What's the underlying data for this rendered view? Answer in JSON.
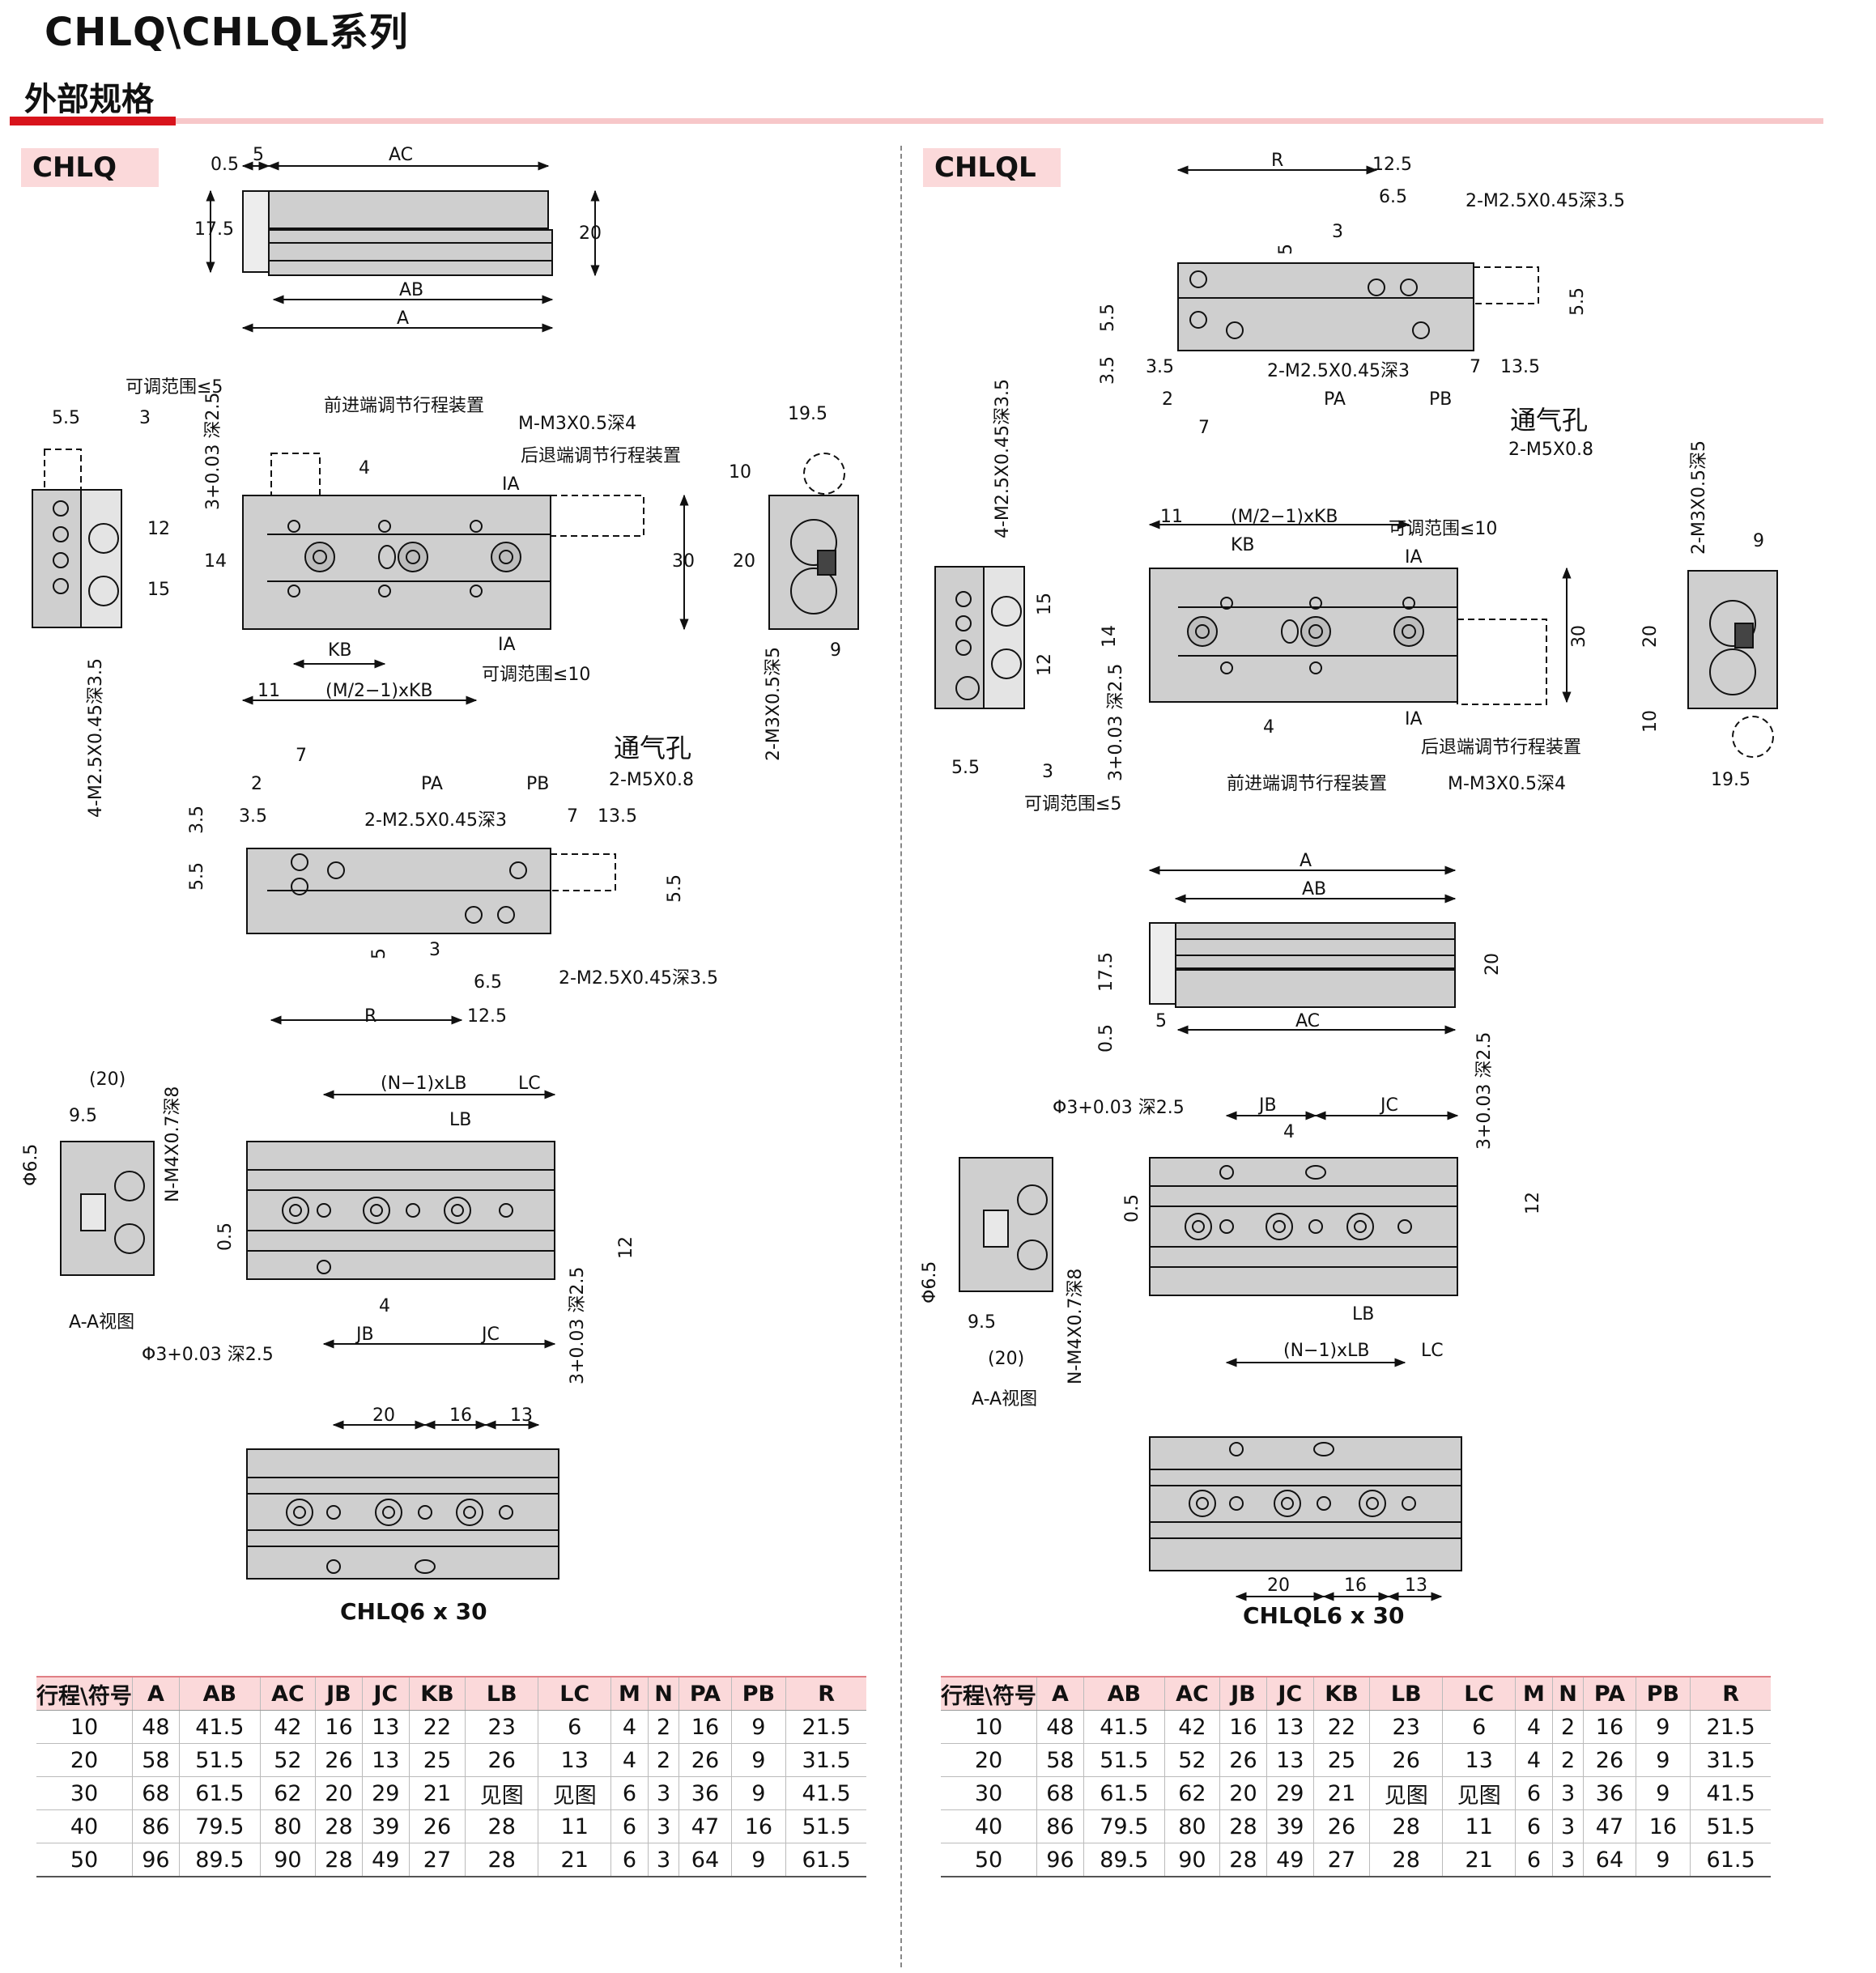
{
  "page": {
    "title": "CHLQ\\CHLQL系列",
    "section": "外部规格",
    "accent_color": "#d8141c",
    "band_color": "#fbd9da"
  },
  "left": {
    "tag": "CHLQ",
    "caption": "CHLQ6 x 30",
    "dims": {
      "d05": "0.5",
      "d5": "5",
      "dAC": "AC",
      "d175": "17.5",
      "d20": "20",
      "dAB": "AB",
      "dA": "A",
      "adj5": "可调范围≤5",
      "d55": "5.5",
      "d3": "3",
      "fwd": "前进端调节行程装置",
      "mm3": "M-M3X0.5深4",
      "bwd": "后退端调节行程装置",
      "d195": "19.5",
      "d10": "10",
      "dIA": "IA",
      "dIA2": "IA",
      "d12": "12",
      "d15": "15",
      "d14": "14",
      "d30": "30",
      "d20b": "20",
      "d9": "9",
      "dKB": "KB",
      "d11": "11",
      "dM2KB": "(M/2−1)xKB",
      "adj10": "可调范围≤10",
      "d4": "4",
      "hole25": "3+0.03 深2.5",
      "m245": "4-M2.5X0.45深3.5",
      "m3x05": "2-M3X0.5深5",
      "vent": "通气孔",
      "m5": "2-M5X0.8",
      "d7": "7",
      "d2": "2",
      "dPA": "PA",
      "dPB": "PB",
      "d35": "3.5",
      "d35b": "3.5",
      "m25a": "2-M2.5X0.45深3",
      "d7b": "7",
      "d135": "13.5",
      "d55b": "5.5",
      "d55c": "5.5",
      "d5b": "5",
      "d3b": "3",
      "d65": "6.5",
      "m25b": "2-M2.5X0.45深3.5",
      "dR": "R",
      "d125": "12.5",
      "d20c": "(20)",
      "d95": "9.5",
      "phi65": "Φ6.5",
      "nm4": "N-M4X0.7深8",
      "aa": "A-A视图",
      "nlb": "(N−1)xLB",
      "dLC": "LC",
      "dLB": "LB",
      "d05b": "0.5",
      "d12b": "12",
      "d4b": "4",
      "dJB": "JB",
      "dJC": "JC",
      "phi3": "Φ3+0.03 深2.5",
      "hole25b": "3+0.03 深2.5",
      "e20": "20",
      "e16": "16",
      "e13": "13"
    }
  },
  "right": {
    "tag": "CHLQL",
    "caption": "CHLQL6 x 30",
    "dims": {
      "dR": "R",
      "d125": "12.5",
      "d65": "6.5",
      "m25b": "2-M2.5X0.45深3.5",
      "d3": "3",
      "d5": "5",
      "d55": "5.5",
      "d55b": "5.5",
      "d35": "3.5",
      "d35b": "3.5",
      "m25a": "2-M2.5X0.45深3",
      "d7": "7",
      "d135": "13.5",
      "d2": "2",
      "dPA": "PA",
      "dPB": "PB",
      "d7b": "7",
      "vent": "通气孔",
      "m5": "2-M5X0.8",
      "m245": "4-M2.5X0.45深3.5",
      "d11": "11",
      "dM2KB": "(M/2−1)xKB",
      "dKB": "KB",
      "adj10": "可调范围≤10",
      "dIA": "IA",
      "dIA2": "IA",
      "d15": "15",
      "d12": "12",
      "d14": "14",
      "d30": "30",
      "hole25": "3+0.03 深2.5",
      "d4": "4",
      "fwd": "前进端调节行程装置",
      "bwd": "后退端调节行程装置",
      "mm3": "M-M3X0.5深4",
      "d55c": "5.5",
      "d3b": "3",
      "adj5": "可调范围≤5",
      "m3x05": "2-M3X0.5深5",
      "d9": "9",
      "d20": "20",
      "d10": "10",
      "d195": "19.5",
      "dA": "A",
      "dAB": "AB",
      "d175": "17.5",
      "d20b": "20",
      "d05": "0.5",
      "d5b": "5",
      "dAC": "AC",
      "phi3": "Φ3+0.03 深2.5",
      "dJB": "JB",
      "dJC": "JC",
      "d4b": "4",
      "hole25b": "3+0.03 深2.5",
      "d05b": "0.5",
      "d12b": "12",
      "phi65": "Φ6.5",
      "nm4": "N-M4X0.7深8",
      "d95": "9.5",
      "d20c": "(20)",
      "aa": "A-A视图",
      "dLB": "LB",
      "nlb": "(N−1)xLB",
      "dLC": "LC",
      "e20": "20",
      "e16": "16",
      "e13": "13"
    }
  },
  "table": {
    "headers": [
      "行程\\符号",
      "A",
      "AB",
      "AC",
      "JB",
      "JC",
      "KB",
      "LB",
      "LC",
      "M",
      "N",
      "PA",
      "PB",
      "R"
    ],
    "rows": [
      [
        "10",
        "48",
        "41.5",
        "42",
        "16",
        "13",
        "22",
        "23",
        "6",
        "4",
        "2",
        "16",
        "9",
        "21.5"
      ],
      [
        "20",
        "58",
        "51.5",
        "52",
        "26",
        "13",
        "25",
        "26",
        "13",
        "4",
        "2",
        "26",
        "9",
        "31.5"
      ],
      [
        "30",
        "68",
        "61.5",
        "62",
        "20",
        "29",
        "21",
        "见图",
        "见图",
        "6",
        "3",
        "36",
        "9",
        "41.5"
      ],
      [
        "40",
        "86",
        "79.5",
        "80",
        "28",
        "39",
        "26",
        "28",
        "11",
        "6",
        "3",
        "47",
        "16",
        "51.5"
      ],
      [
        "50",
        "96",
        "89.5",
        "90",
        "28",
        "49",
        "27",
        "28",
        "21",
        "6",
        "3",
        "64",
        "9",
        "61.5"
      ]
    ]
  }
}
